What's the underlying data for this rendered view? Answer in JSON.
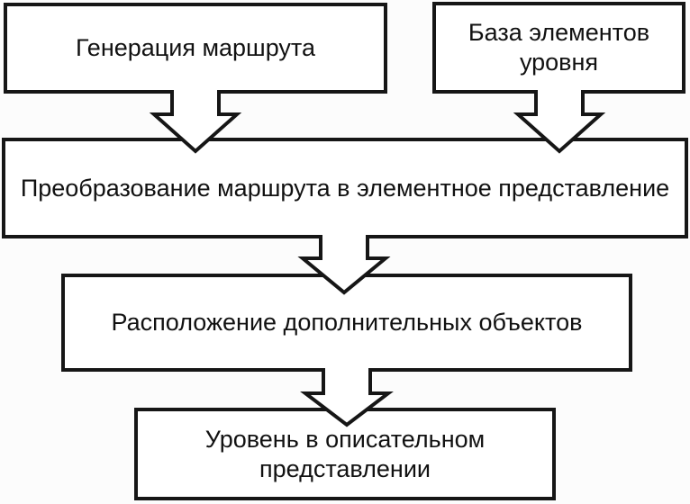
{
  "diagram": {
    "type": "flowchart",
    "background_color": "#fcfcfc",
    "box_fill_color": "#ffffff",
    "line_color": "#161616",
    "text_color": "#111111",
    "nodes": [
      {
        "id": "route-generation",
        "label": "Генерация маршрута"
      },
      {
        "id": "level-elements-db",
        "label": "База элементов уровня"
      },
      {
        "id": "route-to-elements",
        "label": "Преобразование маршрута в элементное представление"
      },
      {
        "id": "additional-objects",
        "label": "Расположение дополнительных объектов"
      },
      {
        "id": "level-descriptive",
        "label": "Уровень в описательном представлении"
      }
    ],
    "edges": [
      {
        "from": "route-generation",
        "to": "route-to-elements"
      },
      {
        "from": "level-elements-db",
        "to": "route-to-elements"
      },
      {
        "from": "route-to-elements",
        "to": "additional-objects"
      },
      {
        "from": "additional-objects",
        "to": "level-descriptive"
      }
    ]
  }
}
